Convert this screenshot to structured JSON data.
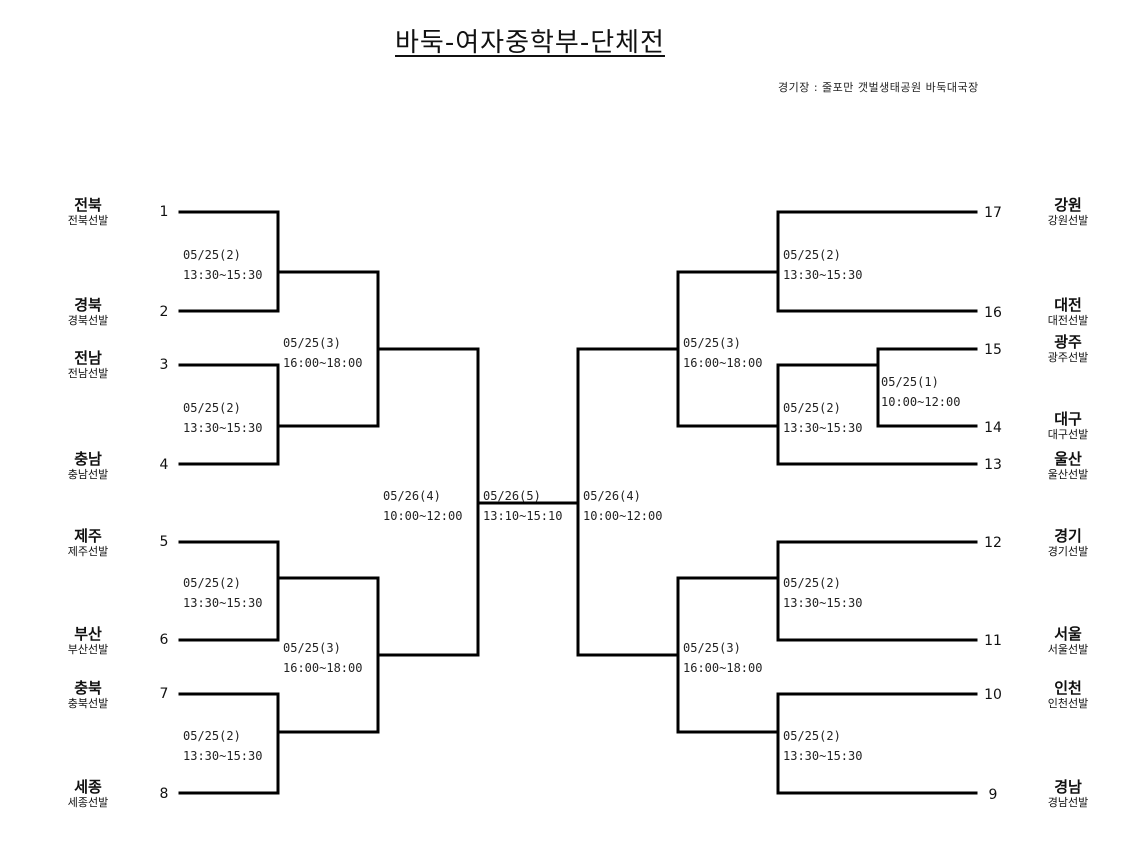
{
  "title": "바둑-여자중학부-단체전",
  "venue": "경기장 : 줄포만 갯벌생태공원 바둑대국장",
  "left_teams": [
    {
      "seed": "1",
      "name": "전북",
      "sub": "전북선발"
    },
    {
      "seed": "2",
      "name": "경북",
      "sub": "경북선발"
    },
    {
      "seed": "3",
      "name": "전남",
      "sub": "전남선발"
    },
    {
      "seed": "4",
      "name": "충남",
      "sub": "충남선발"
    },
    {
      "seed": "5",
      "name": "제주",
      "sub": "제주선발"
    },
    {
      "seed": "6",
      "name": "부산",
      "sub": "부산선발"
    },
    {
      "seed": "7",
      "name": "충북",
      "sub": "충북선발"
    },
    {
      "seed": "8",
      "name": "세종",
      "sub": "세종선발"
    }
  ],
  "right_teams": [
    {
      "seed": "17",
      "name": "강원",
      "sub": "강원선발"
    },
    {
      "seed": "16",
      "name": "대전",
      "sub": "대전선발"
    },
    {
      "seed": "15",
      "name": "광주",
      "sub": "광주선발"
    },
    {
      "seed": "14",
      "name": "대구",
      "sub": "대구선발"
    },
    {
      "seed": "13",
      "name": "울산",
      "sub": "울산선발"
    },
    {
      "seed": "12",
      "name": "경기",
      "sub": "경기선발"
    },
    {
      "seed": "11",
      "name": "서울",
      "sub": "서울선발"
    },
    {
      "seed": "10",
      "name": "인천",
      "sub": "인천선발"
    },
    {
      "seed": "9",
      "name": "경남",
      "sub": "경남선발"
    }
  ],
  "matches": {
    "l_r1_a": {
      "date": "05/25(2)",
      "time": "13:30~15:30"
    },
    "l_r1_b": {
      "date": "05/25(2)",
      "time": "13:30~15:30"
    },
    "l_r1_c": {
      "date": "05/25(2)",
      "time": "13:30~15:30"
    },
    "l_r1_d": {
      "date": "05/25(2)",
      "time": "13:30~15:30"
    },
    "l_r2_a": {
      "date": "05/25(3)",
      "time": "16:00~18:00"
    },
    "l_r2_b": {
      "date": "05/25(3)",
      "time": "16:00~18:00"
    },
    "l_semi": {
      "date": "05/26(4)",
      "time": "10:00~12:00"
    },
    "final": {
      "date": "05/26(5)",
      "time": "13:10~15:10"
    },
    "r_semi": {
      "date": "05/26(4)",
      "time": "10:00~12:00"
    },
    "r_r2_a": {
      "date": "05/25(3)",
      "time": "16:00~18:00"
    },
    "r_r2_b": {
      "date": "05/25(3)",
      "time": "16:00~18:00"
    },
    "r_r1_a": {
      "date": "05/25(2)",
      "time": "13:30~15:30"
    },
    "r_r1_b": {
      "date": "05/25(2)",
      "time": "13:30~15:30"
    },
    "r_r1_c": {
      "date": "05/25(2)",
      "time": "13:30~15:30"
    },
    "r_r1_d": {
      "date": "05/25(2)",
      "time": "13:30~15:30"
    },
    "r_r0": {
      "date": "05/25(1)",
      "time": "10:00~12:00"
    }
  }
}
